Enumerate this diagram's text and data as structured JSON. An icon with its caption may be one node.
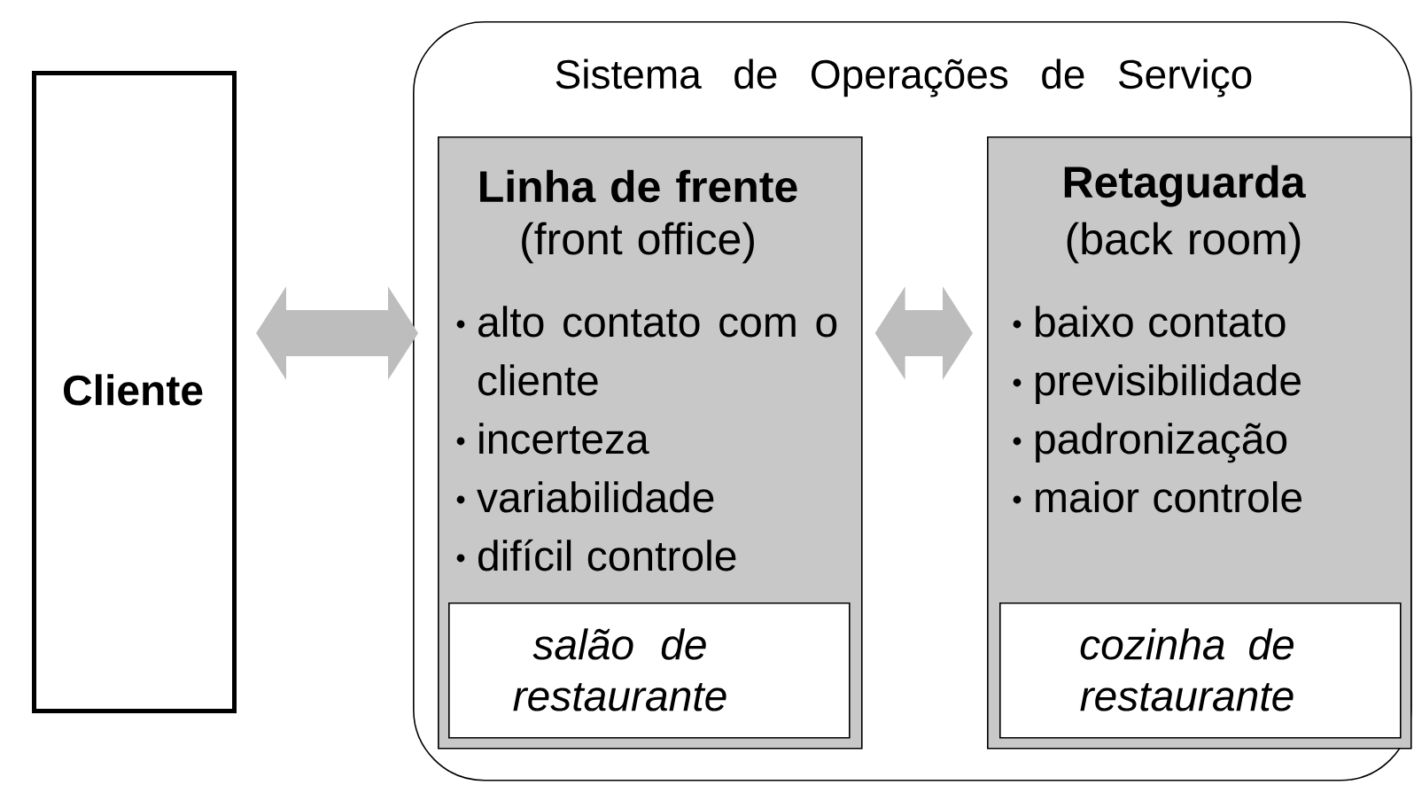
{
  "diagram": {
    "nodes": [
      {
        "text": [
          "Cliente"
        ]
      },
      {
        "text": [
          "Sistema de Operações de Serviço"
        ]
      },
      {
        "text": [
          "Linha de frente",
          "(front office)",
          "alto contato com o cliente",
          "incerteza",
          "variabilidade",
          "difícil controle"
        ],
        "in": 1
      },
      {
        "text": [
          "salão de restaurante"
        ],
        "in": 2
      },
      {
        "text": [
          "Retaguarda",
          "(back room)",
          "baixo contato",
          "previsibilidade",
          "padronização",
          "maior controle"
        ],
        "in": 1
      },
      {
        "text": [
          "cozinha de restaurante"
        ],
        "in": 4
      }
    ],
    "edges": [
      {
        "from": 0,
        "to": 2,
        "arrow": "both"
      },
      {
        "from": 2,
        "to": 4,
        "arrow": "both"
      }
    ]
  }
}
